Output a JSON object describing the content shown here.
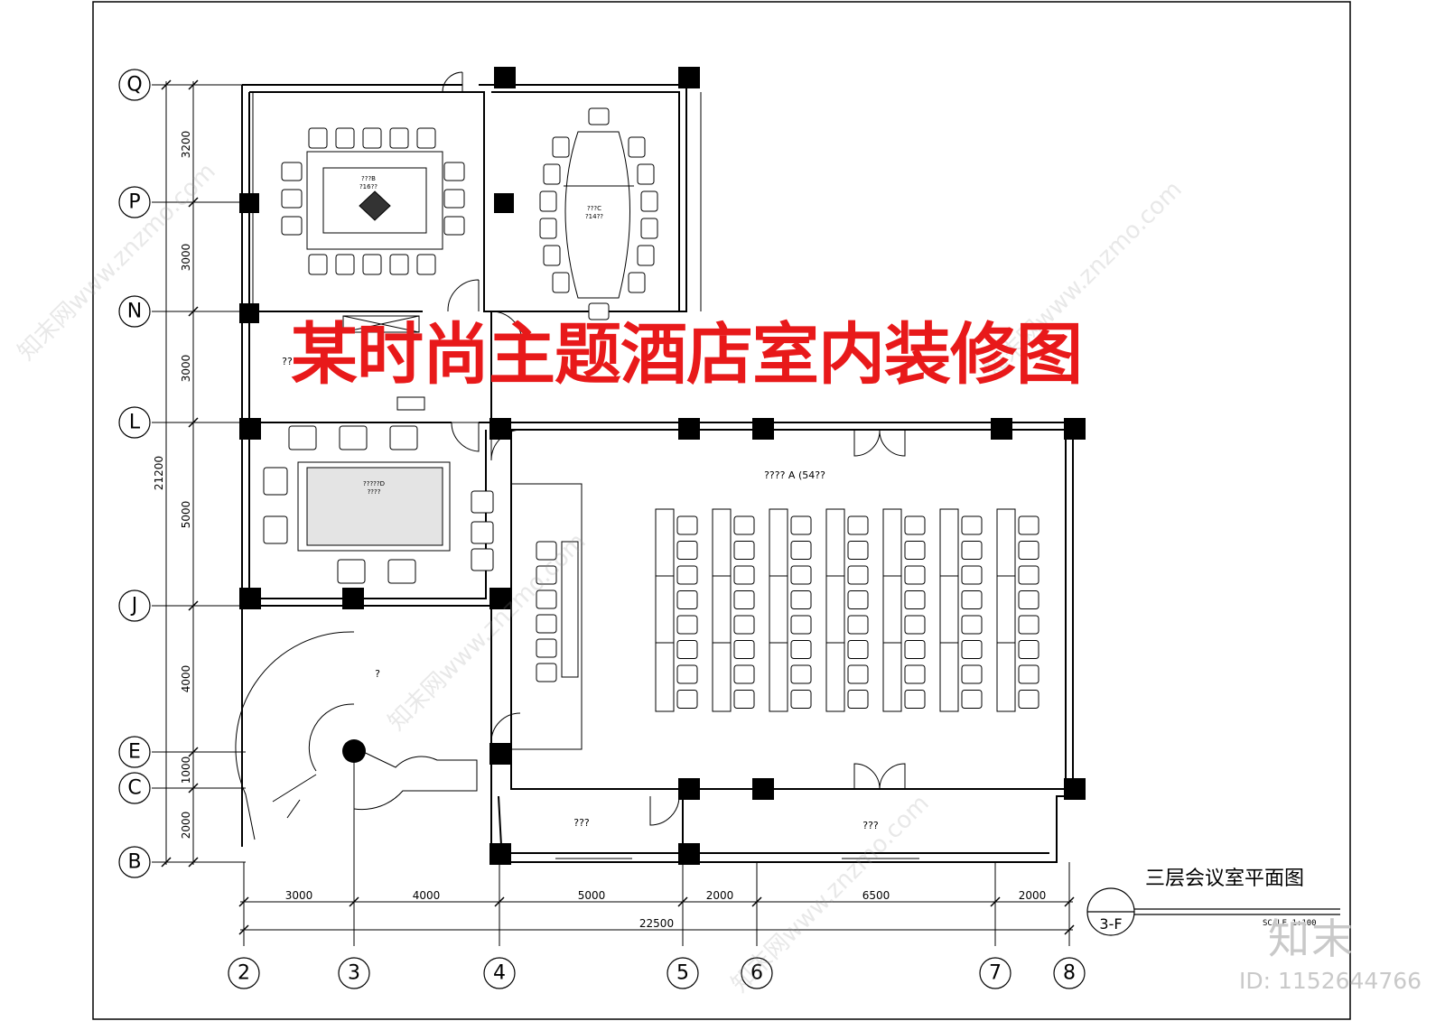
{
  "title": "某时尚主题酒店室内装修图",
  "drawing": {
    "title": "三层会议室平面图",
    "number": "3-F",
    "scale": "SCALE 1:100"
  },
  "axes": {
    "rows": [
      "Q",
      "P",
      "N",
      "L",
      "J",
      "E",
      "C",
      "B"
    ],
    "cols": [
      "2",
      "3",
      "4",
      "5",
      "6",
      "7",
      "8"
    ]
  },
  "dimensions": {
    "vertical": [
      "3200",
      "3000",
      "3000",
      "5000",
      "4000",
      "1000",
      "2000"
    ],
    "vertical_total": "21200",
    "horizontal": [
      "3000",
      "4000",
      "5000",
      "2000",
      "6500",
      "2000"
    ],
    "horizontal_total": "22500"
  },
  "rooms": {
    "room_b": [
      "???B",
      "?16??"
    ],
    "room_c": [
      "???C",
      "?14??"
    ],
    "room_d": [
      "?????D",
      "????"
    ],
    "room_a": "???? A (54??",
    "lobby": "??",
    "stair": "?",
    "store_left": "???",
    "store_right": "???"
  },
  "watermark": "知末网www.znzmo.com",
  "logo": "知末",
  "image_id": "ID: 1152644766"
}
